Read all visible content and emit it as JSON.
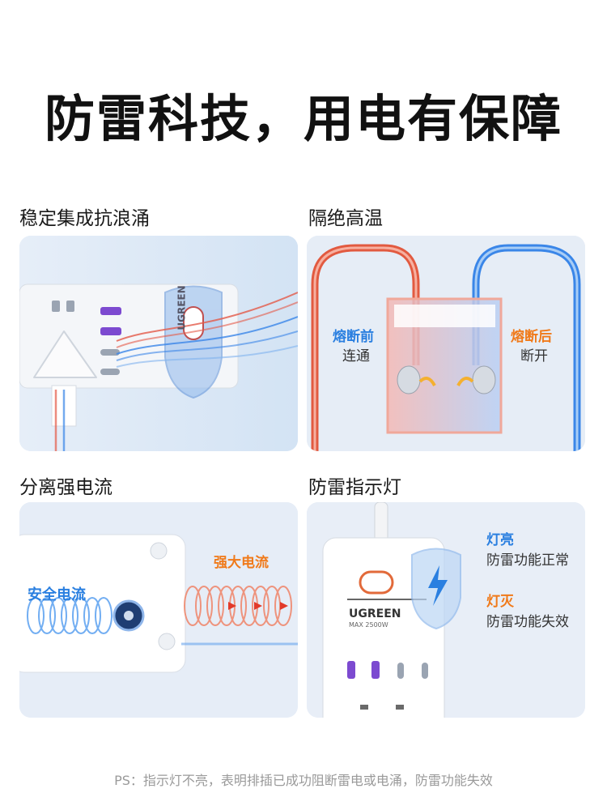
{
  "headline": "防雷科技，用电有保障",
  "sections": [
    {
      "label": "稳定集成抗浪涌",
      "brand": "UGREEN"
    },
    {
      "label": "隔绝高温",
      "before_title": "熔断前",
      "before_desc": "连通",
      "after_title": "熔断后",
      "after_desc": "断开"
    },
    {
      "label": "分离强电流",
      "safe_current": "安全电流",
      "strong_current": "强大电流"
    },
    {
      "label": "防雷指示灯",
      "on_title": "灯亮",
      "on_desc": "防雷功能正常",
      "off_title": "灯灭",
      "off_desc": "防雷功能失效",
      "brand": "UGREEN",
      "model": "MAX 2500W"
    }
  ],
  "footnote": "PS：指示灯不亮，表明排插已成功阻断雷电或电涌，防雷功能失效",
  "colors": {
    "accent_blue": "#2a7fe0",
    "accent_orange": "#f07a1a",
    "hot_red": "#e0503a",
    "cool_blue": "#3a86e8"
  }
}
